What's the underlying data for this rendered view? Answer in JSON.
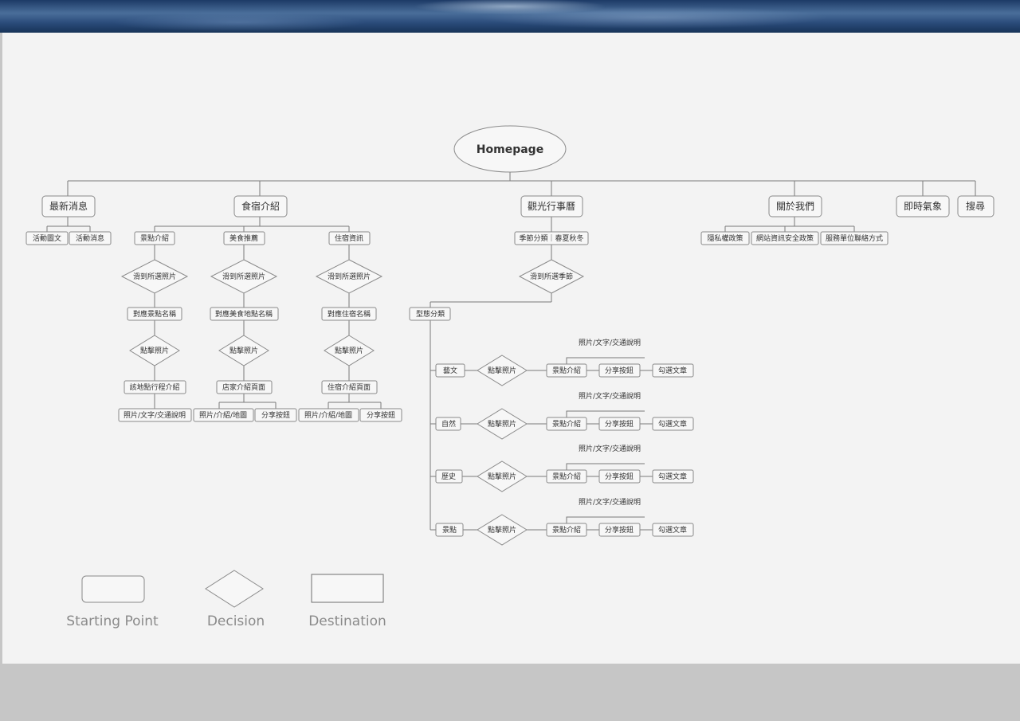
{
  "root": "Homepage",
  "top_level": [
    "最新消息",
    "食宿介紹",
    "觀光行事曆",
    "關於我們",
    "即時氣象",
    "搜尋"
  ],
  "news_children": [
    "活動圖文",
    "活動消息"
  ],
  "food_lodging": {
    "columns": [
      {
        "head": "景點介紹",
        "decision1": "滑到所選照片",
        "step": "對應景點名稱",
        "decision2": "點擊照片",
        "page": "該地點行程介紹",
        "outputs": [
          "照片/文字/交通說明"
        ]
      },
      {
        "head": "美食推薦",
        "decision1": "滑到所選照片",
        "step": "對應美食地點名稱",
        "decision2": "點擊照片",
        "page": "店家介紹頁面",
        "outputs": [
          "照片/介紹/地圖",
          "分享按鈕"
        ]
      },
      {
        "head": "住宿資訊",
        "decision1": "滑到所選照片",
        "step": "對應住宿名稱",
        "decision2": "點擊照片",
        "page": "住宿介紹頁面",
        "outputs": [
          "照片/介紹/地圖",
          "分享按鈕"
        ]
      }
    ]
  },
  "calendar": {
    "season": "季節分類｜春夏秋冬",
    "decision": "滑到所選季節",
    "type_node": "型態分類",
    "branches": [
      {
        "label": "藝文",
        "decision": "點擊照片",
        "intro": "景點介紹",
        "share": "分享按鈕",
        "article": "勾選文章",
        "info": "照片/文字/交通說明"
      },
      {
        "label": "自然",
        "decision": "點擊照片",
        "intro": "景點介紹",
        "share": "分享按鈕",
        "article": "勾選文章",
        "info": "照片/文字/交通說明"
      },
      {
        "label": "歷史",
        "decision": "點擊照片",
        "intro": "景點介紹",
        "share": "分享按鈕",
        "article": "勾選文章",
        "info": "照片/文字/交通說明"
      },
      {
        "label": "景點",
        "decision": "點擊照片",
        "intro": "景點介紹",
        "share": "分享按鈕",
        "article": "勾選文章",
        "info": "照片/文字/交通說明"
      }
    ]
  },
  "about_children": [
    "隱私權政策",
    "網站資訊安全政策",
    "服務單位聯絡方式"
  ],
  "legend": {
    "start": "Starting Point",
    "decision": "Decision",
    "destination": "Destination"
  }
}
